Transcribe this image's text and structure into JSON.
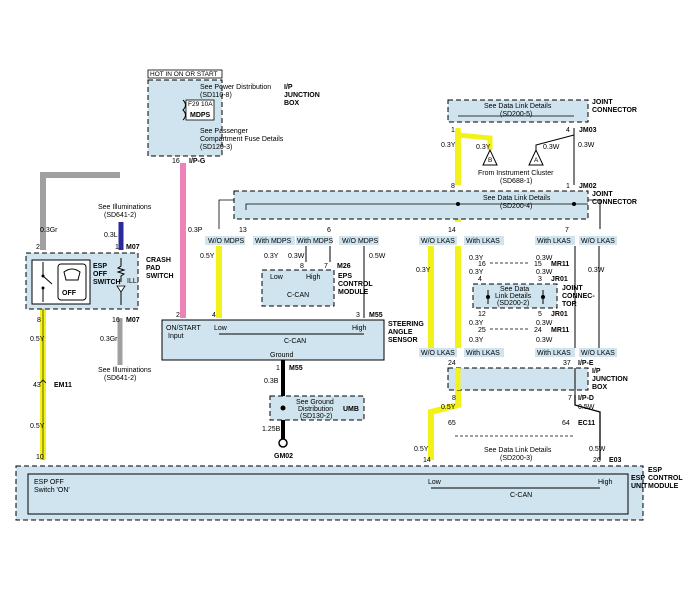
{
  "labels": {
    "hot": "HOT IN ON OR START",
    "ipjb1": "I/P",
    "ipjb2": "JUNCTION",
    "ipjb3": "BOX",
    "see_pd1": "See Power Distribution",
    "see_pd2": "(SD110-8)",
    "fuse": "F29 10A",
    "fuse_name": "MDPS",
    "see_pc1": "See Passenger",
    "see_pc2": "Compartment Fuse Details",
    "see_pc3": "(SD120-3)",
    "ipg": "I/P-G",
    "pin16a": "16",
    "jc1": "JOINT",
    "jc2": "CONNECTOR",
    "dl1": "See Data Link Details",
    "dl2": "(SD200-5)",
    "jm03": "JM03",
    "jm02": "JM02",
    "from_ic1": "From Instrument Cluster",
    "from_ic2": "(SD688-1)",
    "dl3": "See Data Link Details",
    "dl4": "(SD200-4)",
    "see_ill": "See Illuminations",
    "see_ill2": "(SD641-2)",
    "w03gr": "0.3Gr",
    "w03l": "0.3L",
    "w03p": "0.3P",
    "w03y": "0.3Y",
    "w03w": "0.3W",
    "w05y": "0.5Y",
    "w05w": "0.5W",
    "w03b": "0.3B",
    "w125b": "1.25B",
    "m07": "M07",
    "crash1": "CRASH",
    "crash2": "PAD",
    "crash3": "SWITCH",
    "esp1": "ESP",
    "esp2": "OFF",
    "esp3": "SWITCH",
    "off": "OFF",
    "ill": "ILL.",
    "wo_mdps": "W/O MDPS",
    "with_mdps": "With MDPS",
    "wo_lkas": "W/O LKAS",
    "with_lkas": "With LKAS",
    "m26": "M26",
    "low": "Low",
    "high": "High",
    "ccan": "C-CAN",
    "eps1": "EPS",
    "eps2": "CONTROL",
    "eps3": "MODULE",
    "m55": "M55",
    "on_start": "ON/START",
    "input": "Input",
    "ground": "Ground",
    "sas1": "STEERING",
    "sas2": "ANGLE",
    "sas3": "SENSOR",
    "see_gd1": "See Ground",
    "see_gd2": "Distribution",
    "see_gd3": "(SD130-2)",
    "umb": "UMB",
    "gm02": "GM02",
    "em11": "EM11",
    "mr11": "MR11",
    "jr01": "JR01",
    "dl5": "See Data",
    "dl6": "Link Details",
    "dl7": "(SD200-2)",
    "jc3": "JOINT",
    "jc4": "CONNEC-",
    "jc5": "TOR",
    "ipe": "I/P-E",
    "ipd": "I/P-D",
    "ec11": "EC11",
    "e03": "E03",
    "dl8": "See Data Link Details",
    "dl9": "(SD200-3)",
    "esp_unit1": "ESP",
    "esp_unit2": "UNIT",
    "esp_cm1": "ESP",
    "esp_cm2": "CONTROL",
    "esp_cm3": "MODULE",
    "esp_off1": "ESP OFF",
    "esp_off2": "Switch 'ON'",
    "a": "A",
    "b": "B"
  },
  "colors": {
    "pink": "#ee82b8",
    "yellow": "#f2f21a",
    "gray": "#a0a0a0",
    "blue": "#2a2a9a",
    "box": "#cfe4ee"
  }
}
